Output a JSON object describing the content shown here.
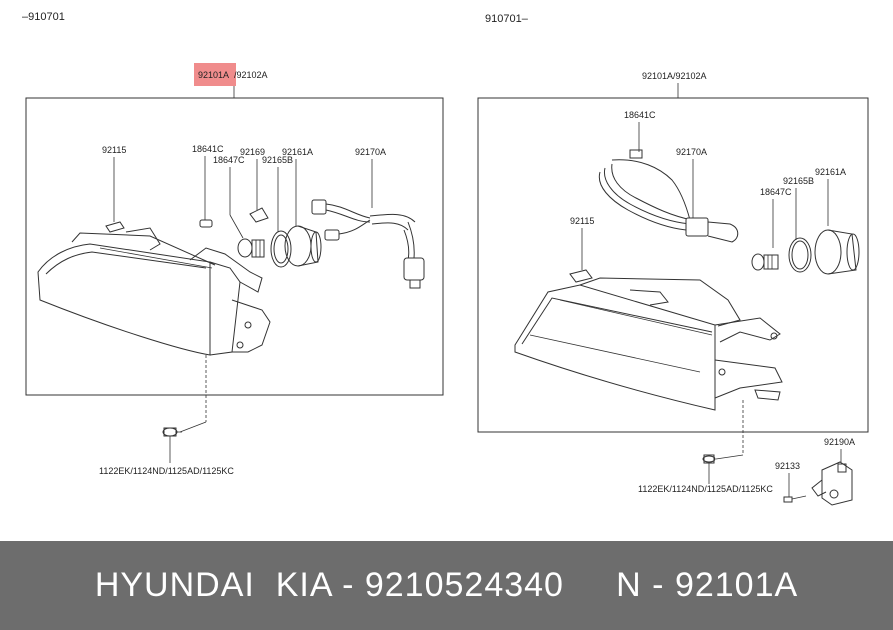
{
  "headers": {
    "left": "–910701",
    "right": "910701–"
  },
  "left": {
    "assembly_highlight": "92101A",
    "assembly_rest": "/92102A",
    "labels": {
      "p92115": "92115",
      "p18641C": "18641C",
      "p18647C": "18647C",
      "p92169": "92169",
      "p92165B": "92165B",
      "p92161A": "92161A",
      "p92170A": "92170A",
      "bolts": "1122EK/1124ND/1125AD/1125KC"
    }
  },
  "right": {
    "assembly": "92101A/92102A",
    "labels": {
      "p18641C": "18641C",
      "p92170A": "92170A",
      "p92165B": "92165B",
      "p92161A": "92161A",
      "p18647C": "18647C",
      "p92115": "92115",
      "p92190A": "92190A",
      "p92133": "92133",
      "bolts": "1122EK/1124ND/1125AD/1125KC"
    }
  },
  "colors": {
    "highlight": "#f08c8c",
    "footer_bg": "#6d6d6d",
    "footer_text": "#ffffff"
  },
  "footer": {
    "text": "HYUNDAI  KIA - 9210524340     N - 92101A"
  }
}
